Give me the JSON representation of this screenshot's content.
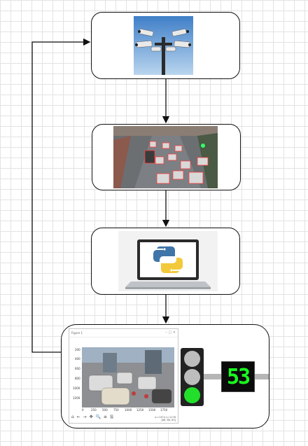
{
  "nodes": [
    {
      "id": "camera",
      "image": "cctv-cameras-photo"
    },
    {
      "id": "detection",
      "image": "traffic-detection-photo"
    },
    {
      "id": "python",
      "image": "laptop-python-logo"
    },
    {
      "id": "output",
      "image": "traffic-light-simulation"
    }
  ],
  "plot_window": {
    "title": "Figure 1",
    "controls": "–  □  ×",
    "y_ticks": [
      "200",
      "400",
      "600",
      "800",
      "1000",
      "1200"
    ],
    "x_ticks": [
      "0",
      "250",
      "500",
      "750",
      "1000",
      "1250",
      "1500",
      "1750"
    ],
    "toolbar": "⌂ ← → ✥ 🔍 ≡ 🖫",
    "coord_line1": "x=1 874  y=1178",
    "coord_line2": "[86, 86, 83]"
  },
  "traffic_light": {
    "active": "green",
    "lamp_off_color": "#bdbdbd",
    "green_color": "#22e02a"
  },
  "counter": {
    "value": "53",
    "color": "#18ff1f"
  },
  "colors": {
    "stroke": "#111111",
    "grid": "#e3e3e3"
  }
}
